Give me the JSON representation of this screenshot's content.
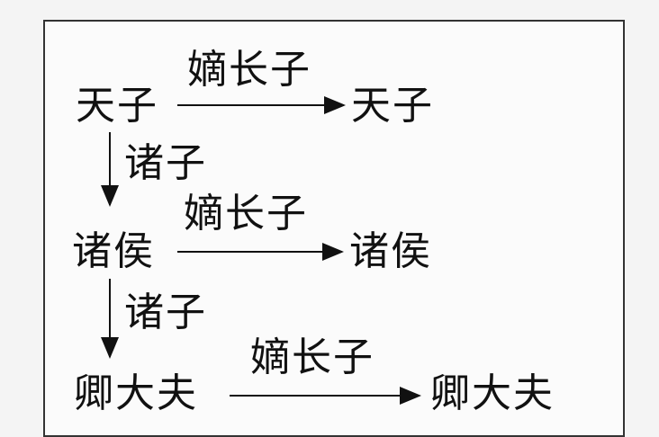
{
  "rows": [
    {
      "node": "天子",
      "heir_label": "嫡长子",
      "heir_node": "天子"
    },
    {
      "node": "诸侯",
      "heir_label": "嫡长子",
      "heir_node": "诸侯"
    },
    {
      "node": "卿大夫",
      "heir_label": "嫡长子",
      "heir_node": "卿大夫"
    }
  ],
  "down_labels": [
    "诸子",
    "诸子"
  ]
}
